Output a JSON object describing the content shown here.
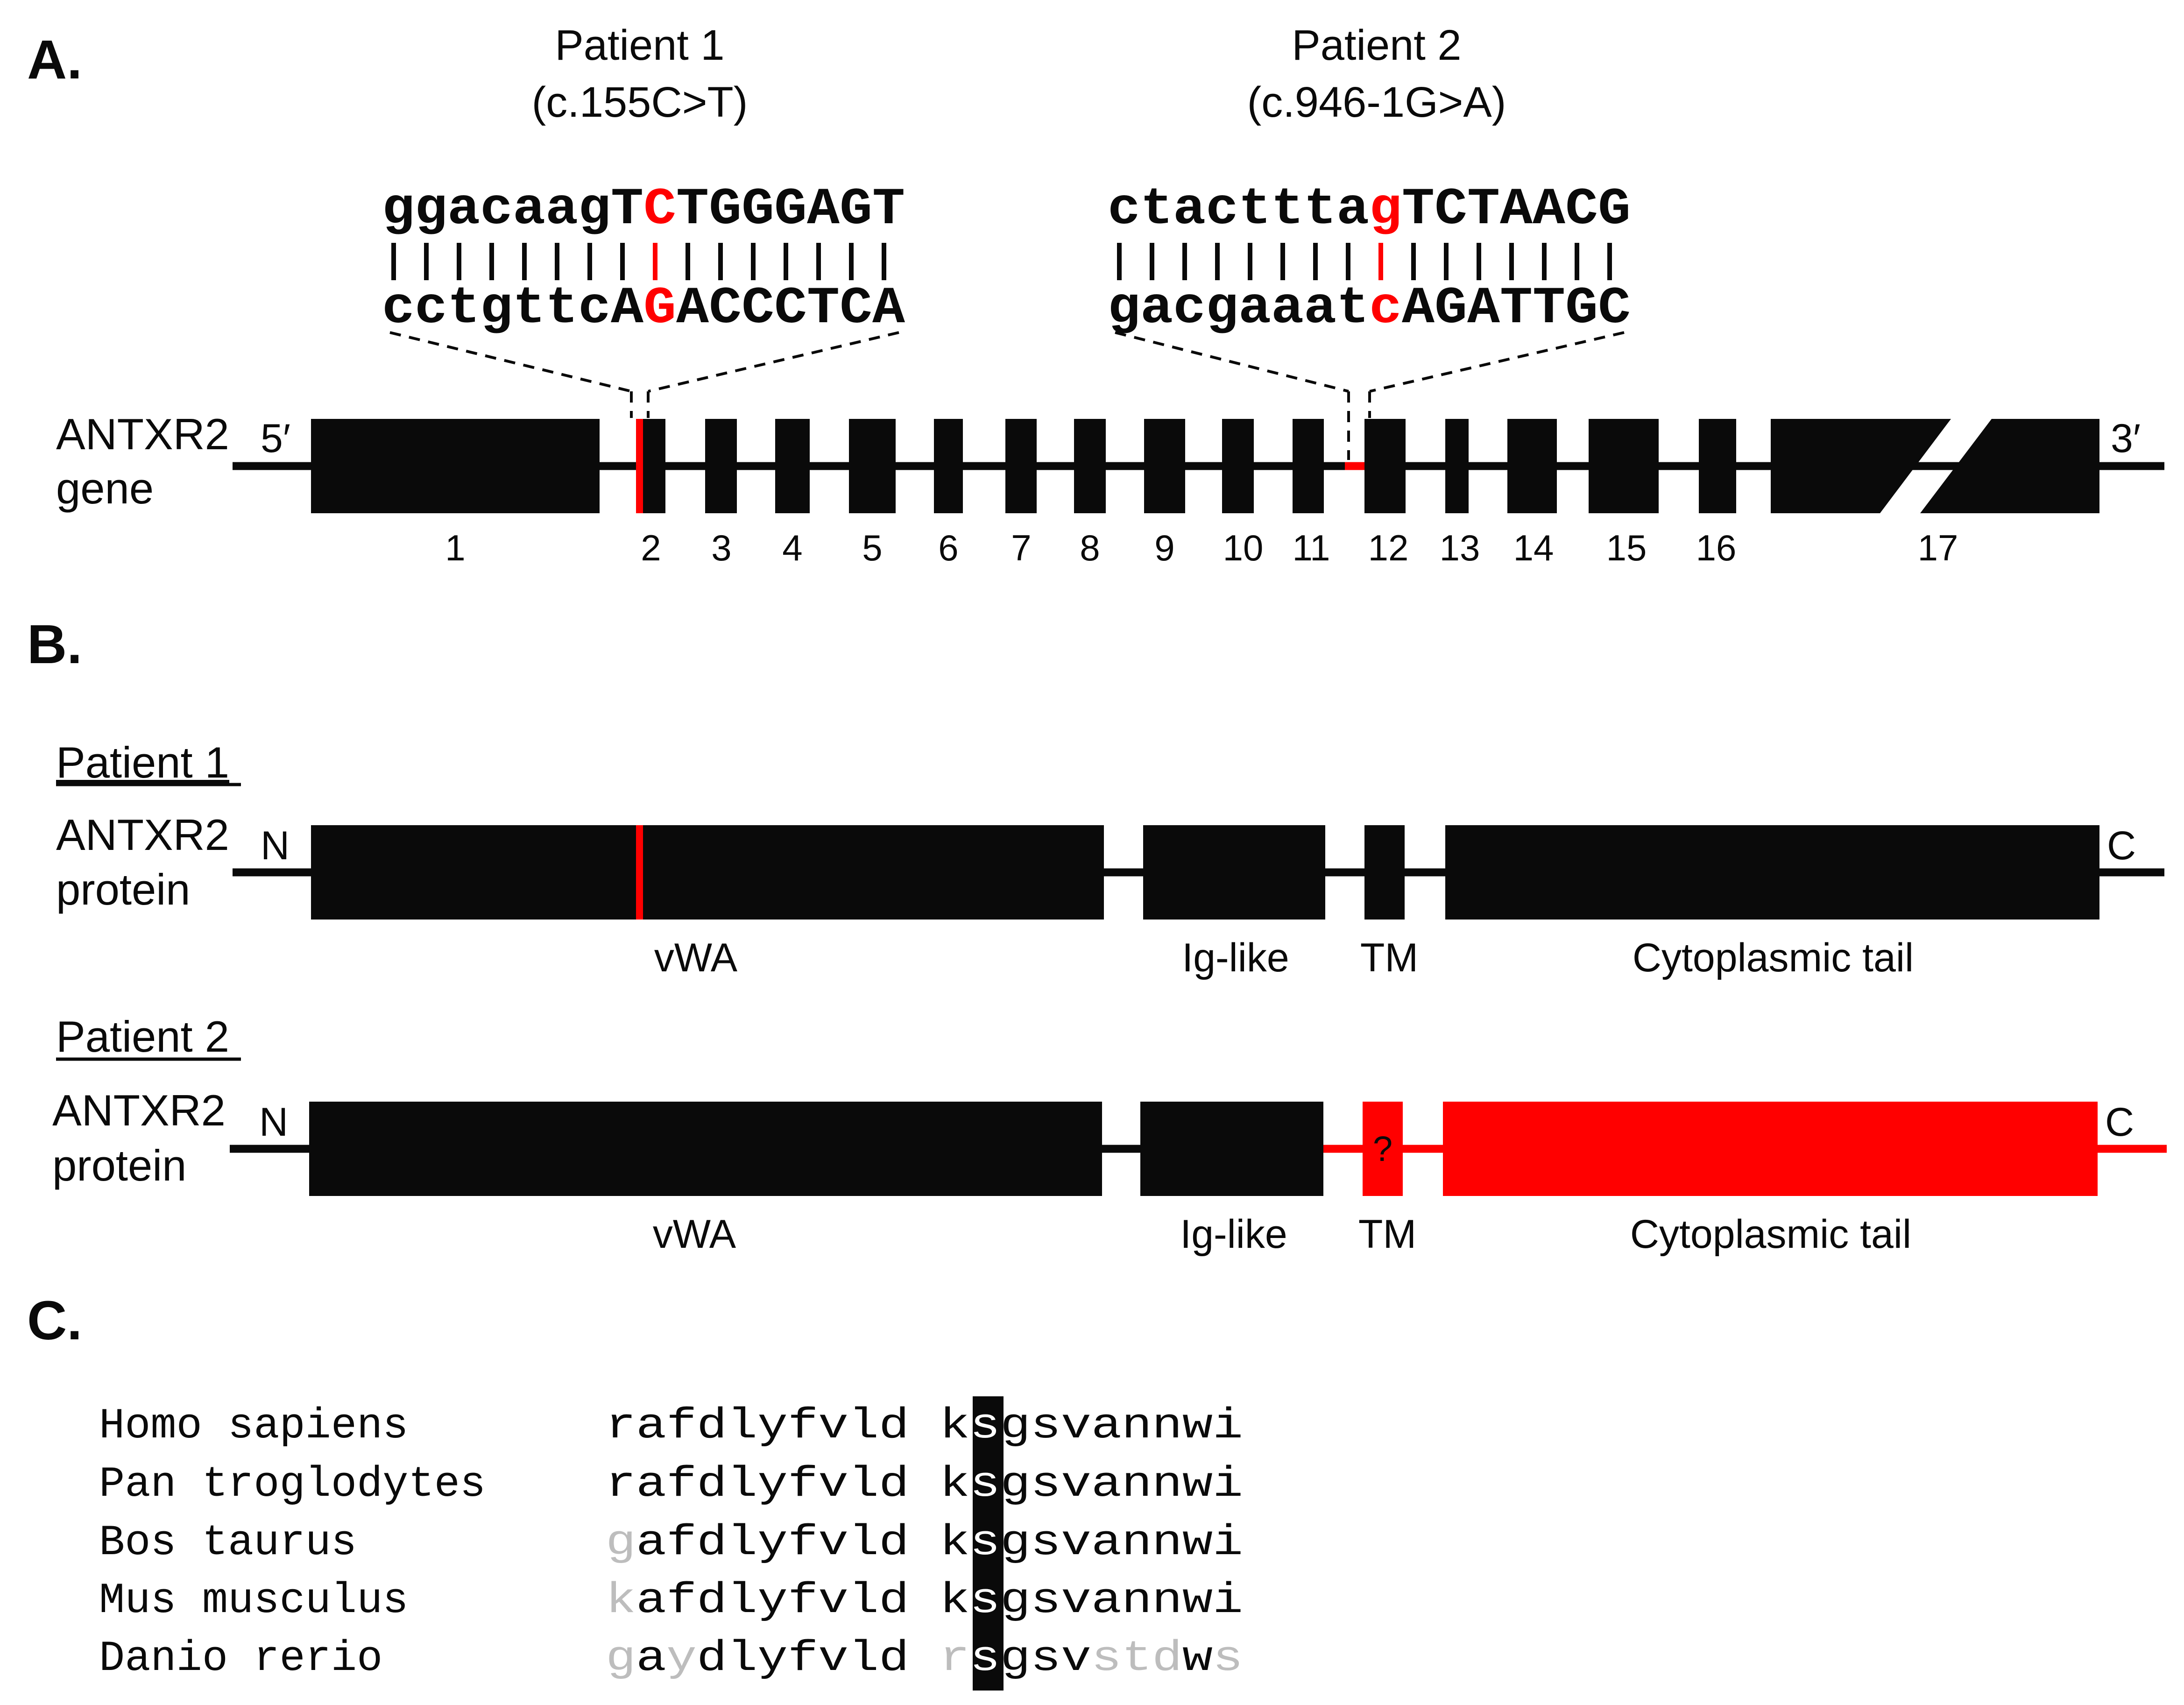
{
  "colors": {
    "ink": "#0a0a0a",
    "mutation": "#ff0000",
    "faded": "#bdbdbd",
    "paper": "#ffffff"
  },
  "panel_a": {
    "label": "A.",
    "patient1": {
      "title": "Patient 1",
      "mutation": "(c.155C>T)",
      "top_seq": [
        "ggacaagT",
        "C",
        "TGGGAGT"
      ],
      "bottom_seq": [
        "cctgttcA",
        "G",
        "ACCCTCA"
      ]
    },
    "patient2": {
      "title": "Patient 2",
      "mutation": "(c.946-1G>A)",
      "top_seq": [
        "ctacttta",
        "g",
        "TCTAACG"
      ],
      "bottom_seq": [
        "gacgaaat",
        "c",
        "AGATTGC"
      ]
    },
    "gene_label": [
      "ANTXR2",
      "gene"
    ],
    "five_prime": "5′",
    "three_prime": "3′",
    "exon_numbers": [
      "1",
      "2",
      "3",
      "4",
      "5",
      "6",
      "7",
      "8",
      "9",
      "10",
      "11",
      "12",
      "13",
      "14",
      "15",
      "16",
      "17"
    ]
  },
  "panel_b": {
    "label": "B.",
    "patient1": {
      "heading": "Patient 1",
      "protein_label": [
        "ANTXR2",
        "protein"
      ],
      "n_term": "N",
      "c_term": "C",
      "domains": [
        "vWA",
        "Ig-like",
        "TM",
        "Cytoplasmic tail"
      ]
    },
    "patient2": {
      "heading": "Patient 2",
      "protein_label": [
        "ANTXR2",
        "protein"
      ],
      "n_term": "N",
      "c_term": "C",
      "unknown_mark": "?",
      "domains": [
        "vWA",
        "Ig-like",
        "TM",
        "Cytoplasmic tail"
      ]
    }
  },
  "panel_c": {
    "label": "C.",
    "rows": [
      {
        "species": "Homo sapiens",
        "seq": [
          [
            "rafdlyfvld",
            ""
          ],
          [
            " k",
            ""
          ],
          [
            "s",
            "hl"
          ],
          [
            "gsvannwi",
            ""
          ]
        ]
      },
      {
        "species": "Pan troglodytes",
        "seq": [
          [
            "rafdlyfvld",
            ""
          ],
          [
            " k",
            ""
          ],
          [
            "s",
            "hl"
          ],
          [
            "gsvannwi",
            ""
          ]
        ]
      },
      {
        "species": "Bos taurus",
        "seq": [
          [
            "g",
            "f"
          ],
          [
            "afdlyfvld",
            ""
          ],
          [
            " k",
            ""
          ],
          [
            "s",
            "hl"
          ],
          [
            "gsvannwi",
            ""
          ]
        ]
      },
      {
        "species": "Mus musculus",
        "seq": [
          [
            "k",
            "f"
          ],
          [
            "afdlyfvld",
            ""
          ],
          [
            " k",
            ""
          ],
          [
            "s",
            "hl"
          ],
          [
            "gsvannwi",
            ""
          ]
        ]
      },
      {
        "species": "Danio rerio",
        "seq": [
          [
            "g",
            "f"
          ],
          [
            "a",
            ""
          ],
          [
            "y",
            "f"
          ],
          [
            "dlyfvld",
            ""
          ],
          [
            " ",
            ""
          ],
          [
            "r",
            "f"
          ],
          [
            "s",
            "hl"
          ],
          [
            "gsv",
            ""
          ],
          [
            "std",
            "f"
          ],
          [
            "w",
            ""
          ],
          [
            "s",
            "f"
          ]
        ]
      }
    ]
  }
}
